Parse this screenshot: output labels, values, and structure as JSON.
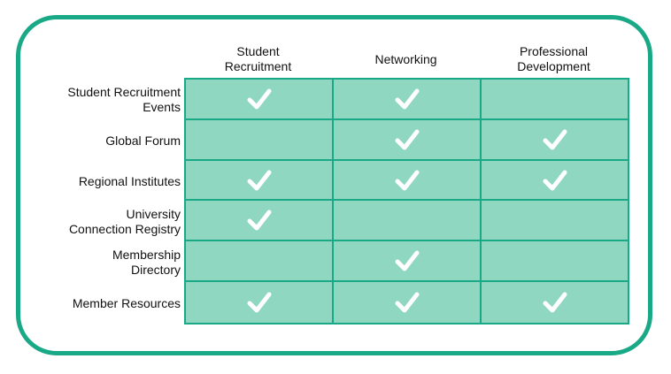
{
  "columns": [
    "Student\nRecruitment",
    "Networking",
    "Professional\nDevelopment"
  ],
  "rows": [
    {
      "label": "Student Recruitment\nEvents",
      "checks": [
        true,
        true,
        false
      ]
    },
    {
      "label": "Global Forum",
      "checks": [
        false,
        true,
        true
      ]
    },
    {
      "label": "Regional Institutes",
      "checks": [
        true,
        true,
        true
      ]
    },
    {
      "label": "University\nConnection Registry",
      "checks": [
        true,
        false,
        false
      ]
    },
    {
      "label": "Membership\nDirectory",
      "checks": [
        false,
        true,
        false
      ]
    },
    {
      "label": "Member Resources",
      "checks": [
        true,
        true,
        true
      ]
    }
  ],
  "colors": {
    "accent": "#1aa986",
    "cell_fill": "#8fd7c0",
    "check": "#ffffff"
  },
  "icons": {
    "check": "check-icon"
  }
}
